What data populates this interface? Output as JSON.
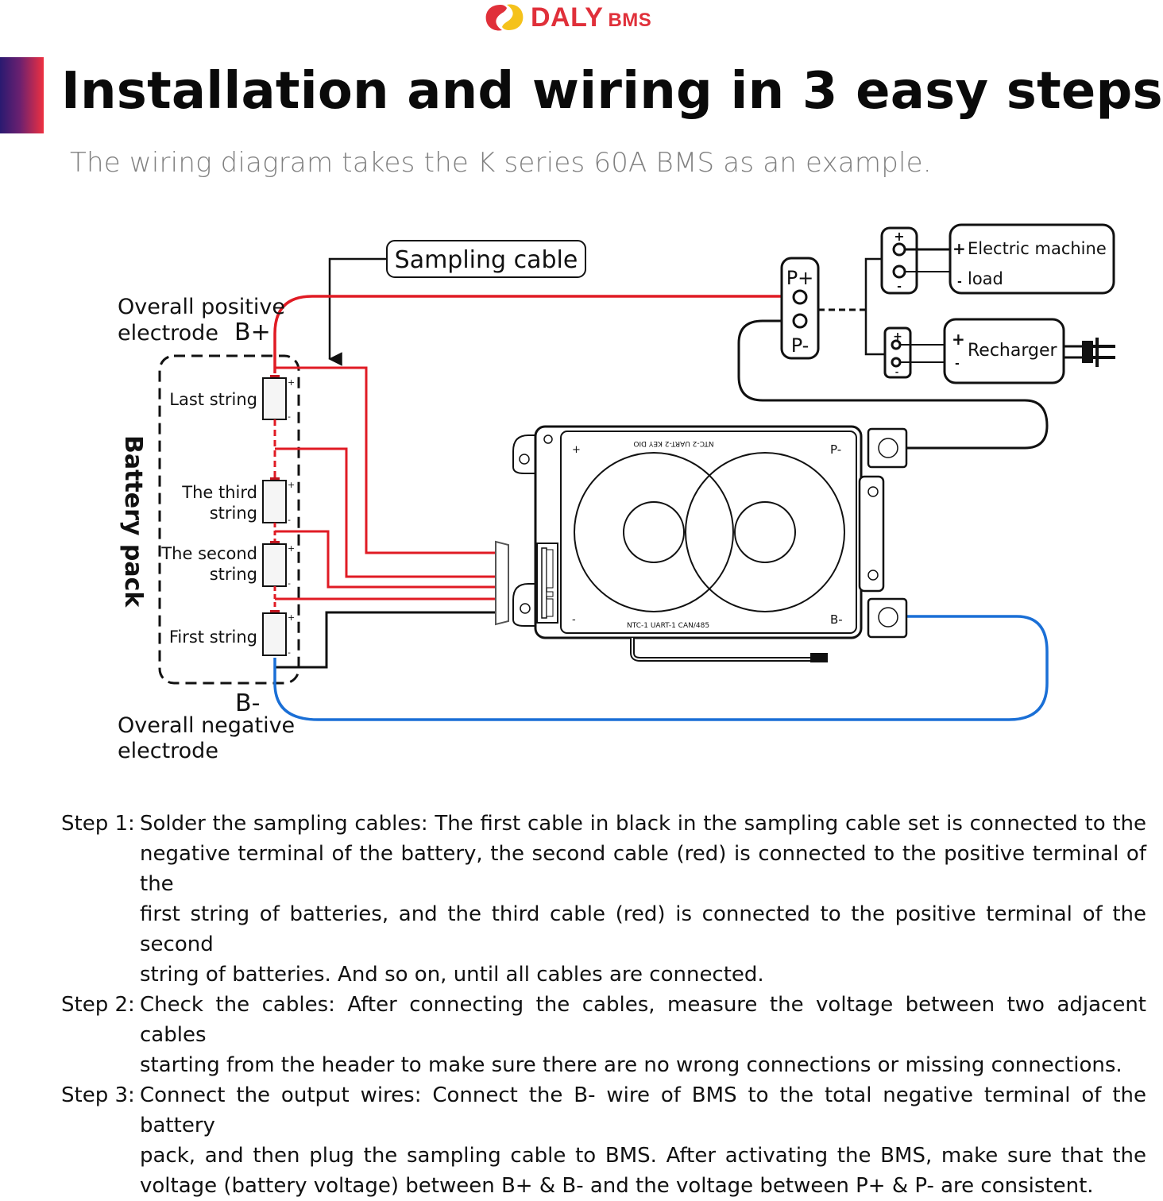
{
  "brand": {
    "logo_icon": "daly-logo-icon",
    "name": "DALY",
    "suffix": "BMS",
    "colors": {
      "red": "#e0303a",
      "yellow": "#f5c21b"
    }
  },
  "header": {
    "title": "Installation and wiring in 3 easy steps",
    "subtitle": "The wiring diagram takes the K series 60A BMS as an example."
  },
  "diagram": {
    "colors": {
      "positive_wire": "#e01b24",
      "negative_wire": "#1a6fd6",
      "sampling_wire": "#111111"
    },
    "sampling_cable_label": "Sampling cable",
    "positive_electrode": {
      "line1": "Overall positive",
      "line2": "electrode",
      "terminal": "B+"
    },
    "negative_electrode": {
      "terminal": "B-",
      "line1": "Overall negative",
      "line2": "electrode"
    },
    "battery_pack_label": "Battery pack",
    "cells": [
      {
        "line1": "Last string",
        "line2": ""
      },
      {
        "line1": "The third",
        "line2": "string"
      },
      {
        "line1": "The second",
        "line2": "string"
      },
      {
        "line1": "First string",
        "line2": ""
      }
    ],
    "cell_plus": "+",
    "cell_minus": "-",
    "output_port": {
      "top": "P+",
      "bottom": "P-"
    },
    "load": {
      "plus": "+",
      "minus": "-",
      "line1": "Electric machine",
      "line2": "load"
    },
    "charger": {
      "plus": "+",
      "minus": "-",
      "label": "Recharger"
    },
    "bms": {
      "top_left_sign": "+",
      "top_right_label": "P-",
      "top_ports_mirrored": "NTC-2  UART-2  KEY  DIO",
      "bottom_left_sign": "-",
      "bottom_right_label": "B-",
      "bottom_ports": "NTC-1  UART-1  CAN/485"
    }
  },
  "steps": [
    {
      "head": "Step 1:",
      "lines": [
        "Solder the sampling cables: The first cable in black in the sampling cable set is connected to the",
        "negative terminal of the battery, the second cable (red) is connected to the positive terminal of the",
        "first string of batteries, and the third cable (red) is connected to the positive terminal of the second",
        "string of batteries. And so on, until all cables are connected."
      ]
    },
    {
      "head": "Step 2:",
      "lines": [
        "Check the cables: After connecting the cables, measure the voltage between two adjacent cables",
        "starting from the header to make sure there are no wrong connections or missing connections."
      ]
    },
    {
      "head": "Step 3:",
      "lines": [
        "Connect the output wires: Connect the B- wire of BMS to the total negative terminal of the battery",
        "pack, and then plug the sampling cable to BMS. After activating the BMS, make sure that the",
        "voltage (battery voltage) between B+ & B- and the voltage between P+ & P- are consistent."
      ]
    }
  ]
}
